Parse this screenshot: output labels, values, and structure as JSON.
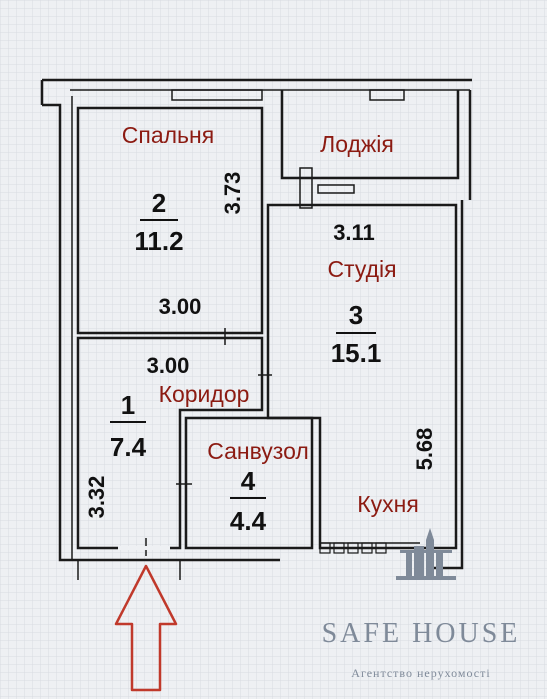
{
  "rooms": {
    "bedroom": {
      "name": "Спальня",
      "number": "2",
      "area": "11.2",
      "width": "3.00",
      "height": "3.73"
    },
    "loggia": {
      "name": "Лоджія"
    },
    "studio": {
      "name": "Студія",
      "number": "3",
      "area": "15.1",
      "width": "3.11",
      "height": "5.68"
    },
    "corridor": {
      "name": "Коридор",
      "number": "1",
      "area": "7.4",
      "width": "3.00",
      "height": "3.32"
    },
    "bathroom": {
      "name": "Санвузол",
      "number": "4",
      "area": "4.4"
    },
    "kitchen": {
      "name": "Кухня"
    }
  },
  "branding": {
    "name": "SAFE HOUSE",
    "tagline": "Агентство нерухомості"
  },
  "colors": {
    "room_label": "#8c1b12",
    "wall": "#1a1a1a",
    "brand": "#7f8a99",
    "arrow": "#c0392b"
  },
  "icons": {
    "entrance": "entrance-arrow-icon",
    "logo": "building-logo-icon"
  }
}
